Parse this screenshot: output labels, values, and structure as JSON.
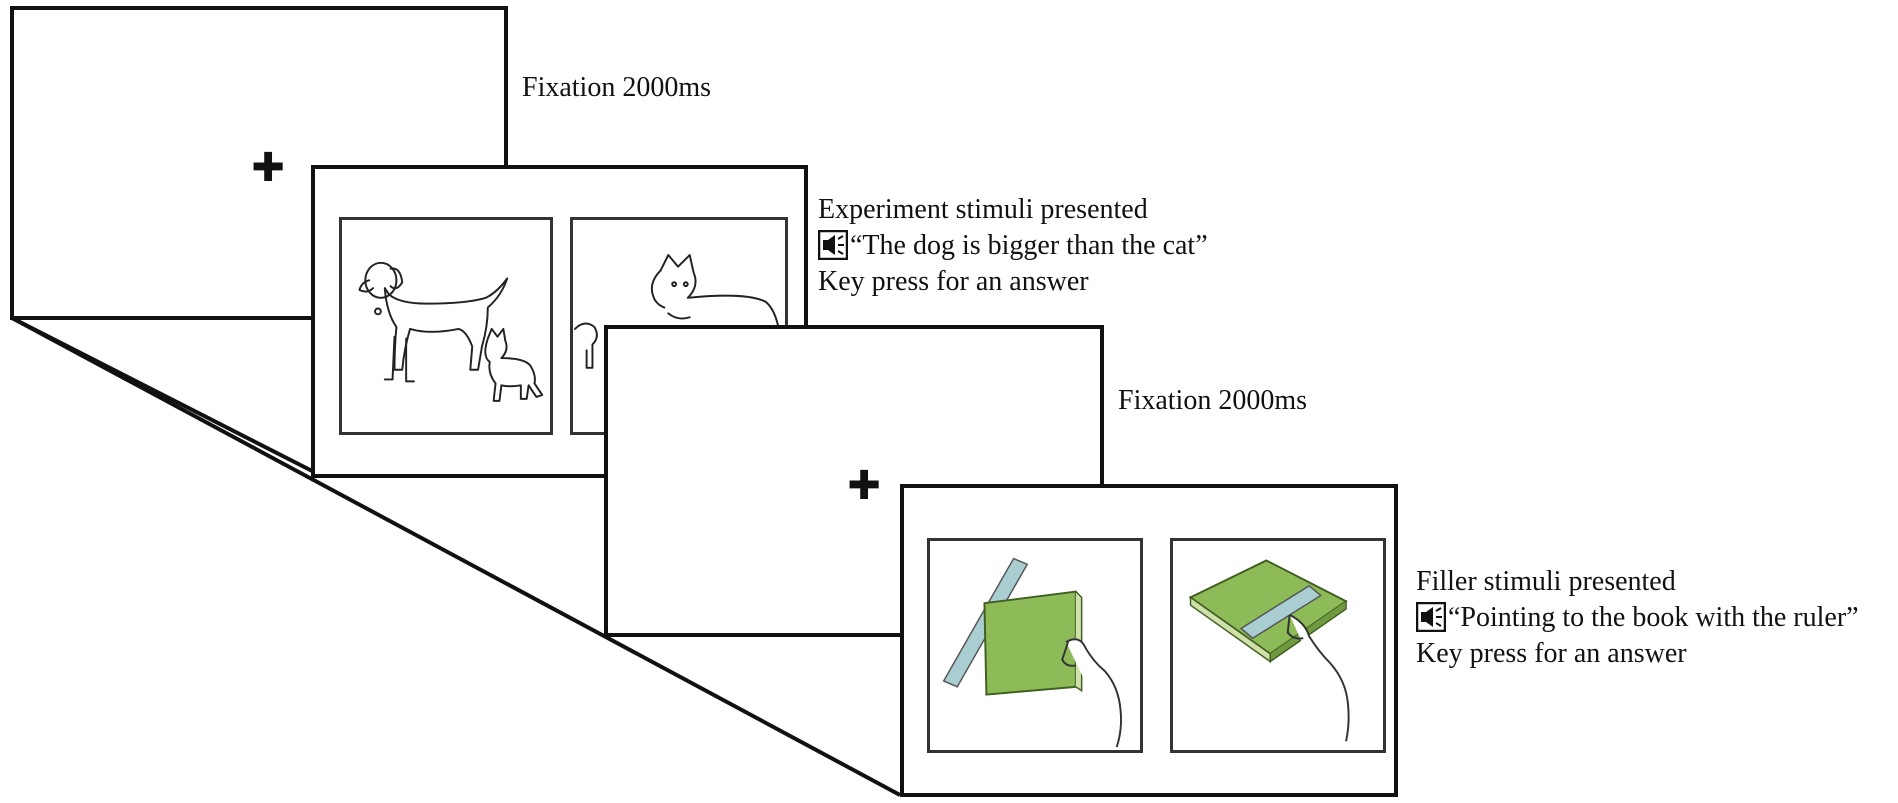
{
  "trial_sequence": {
    "fixation_1": {
      "symbol": "✚",
      "label": "Fixation 2000ms"
    },
    "experiment": {
      "title": "Experiment stimuli presented",
      "sentence": "“The dog is bigger than the cat”",
      "response": "Key press for an answer",
      "left_image": "dog-larger-than-cat",
      "right_image": "cat-larger-than-dog"
    },
    "fixation_2": {
      "symbol": "✚",
      "label": "Fixation 2000ms"
    },
    "filler": {
      "title": "Filler stimuli presented",
      "sentence": "“Pointing to the book with the ruler”",
      "response": "Key press for an answer",
      "left_image": "ruler-behind-book-hand",
      "right_image": "ruler-on-book-hand"
    }
  },
  "colors": {
    "stroke": "#111111",
    "book_green": "#8dbb57",
    "ruler_blue": "#a9cdd0"
  },
  "icons": {
    "audio": "speaker-icon"
  }
}
